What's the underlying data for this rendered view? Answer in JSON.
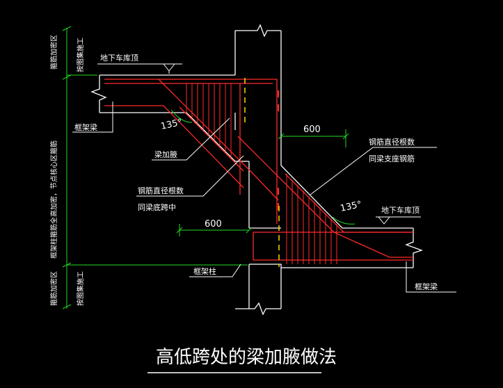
{
  "title": "高低跨处的梁加腋做法",
  "labels": {
    "upper_garage_top": "地下车库顶",
    "lower_garage_top": "地下车库顶",
    "frame_beam_left": "框架梁",
    "frame_beam_right": "框架梁",
    "haunch": "梁加腋",
    "rebar_left_1": "钢筋直径根数",
    "rebar_left_2": "同梁底跨中",
    "rebar_right_1": "钢筋直径根数",
    "rebar_right_2": "同梁支座钢筋",
    "frame_column": "框架柱"
  },
  "dimensions": {
    "top_600": "600",
    "bottom_600": "600",
    "angle_upper": "135°",
    "angle_lower": "135°"
  },
  "side_notes": {
    "top_a": "箍筋加密区",
    "top_b": "按图集施工",
    "middle": "框架柱箍筋全高加密，节点核心区箍筋",
    "bottom_a": "箍筋加密区",
    "bottom_b": "按图集施工"
  },
  "colors": {
    "background": "#000000",
    "rebar": "#ff2a2a",
    "outline": "#ffffff",
    "dimension": "#22dd22",
    "centerline": "#ffd700"
  }
}
